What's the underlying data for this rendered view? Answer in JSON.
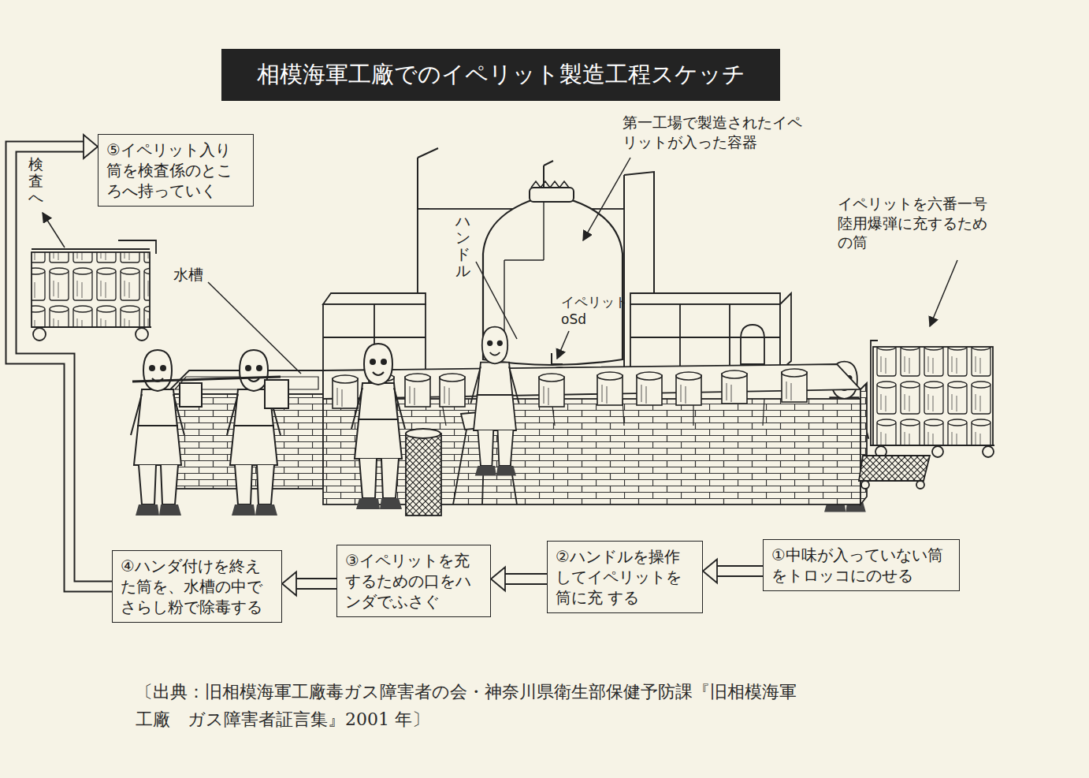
{
  "diagram": {
    "title": "相模海軍工廠でのイペリット製造工程スケッチ",
    "caption": "〔出典：旧相模海軍工廠毒ガス障害者の会・神奈川県衛生部保健予防課『旧相模海軍工廠　ガス障害者証言集』2001 年〕",
    "nodes": [
      {
        "text": [
          "①中味が入っていない筒をトロッコにのせる"
        ]
      },
      {
        "text": [
          "②ハンドルを操作してイペリットを筒に充 する"
        ]
      },
      {
        "text": [
          "③イペリットを充するための口をハンダでふさぐ"
        ]
      },
      {
        "text": [
          "④ハンダ付けを終えた筒を、水槽の中でさらし粉で除毒する"
        ]
      },
      {
        "text": [
          "⑤イペリット入り筒を検査係のところへ持っていく"
        ]
      }
    ],
    "edges": [
      {
        "from": 0,
        "to": 1,
        "arrow": "to"
      },
      {
        "from": 1,
        "to": 2,
        "arrow": "to"
      },
      {
        "from": 2,
        "to": 3,
        "arrow": "to"
      },
      {
        "from": 3,
        "to": 4,
        "arrow": "to"
      }
    ],
    "labels": [
      "第一工場で製造されたイペリットが入った容器",
      "ハンドル",
      "イペリット oSd",
      "イペリットを六番一号陸用爆弾に充するための筒",
      "水槽",
      "検査へ"
    ]
  }
}
